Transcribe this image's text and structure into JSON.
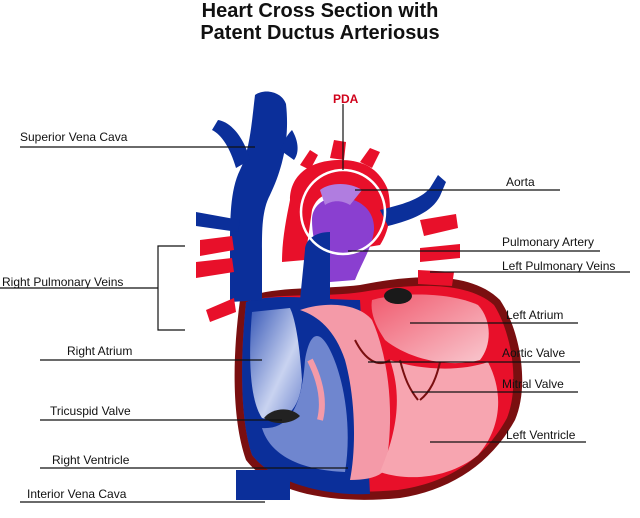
{
  "title": {
    "line1": "Heart Cross Section with",
    "line2": "Patent Ductus Arteriosus"
  },
  "callout": "PDA",
  "labels_left": {
    "superior_vena_cava": "Superior Vena Cava",
    "right_pulmonary_veins": "Right Pulmonary Veins",
    "right_atrium": "Right Atrium",
    "tricuspid_valve": "Tricuspid Valve",
    "right_ventricle": "Right Ventricle",
    "inferior_vena_cava": "Interior Vena Cava"
  },
  "labels_right": {
    "aorta": "Aorta",
    "pulmonary_artery": "Pulmonary Artery",
    "left_pulmonary_veins": "Left Pulmonary Veins",
    "left_atrium": "Left Atrium",
    "aortic_valve": "Aortic Valve",
    "mitral_valve": "Mitral Valve",
    "left_ventricle": "Left Ventricle"
  },
  "colors": {
    "oxygenated": "#e8102a",
    "deoxygenated": "#0b2f9a",
    "mixed": "#8a3fd0",
    "pericardium": "#7a0f10",
    "chamber_left": "#f7a5b0",
    "chamber_right": "#7f93d6",
    "callout": "#d0021b"
  }
}
